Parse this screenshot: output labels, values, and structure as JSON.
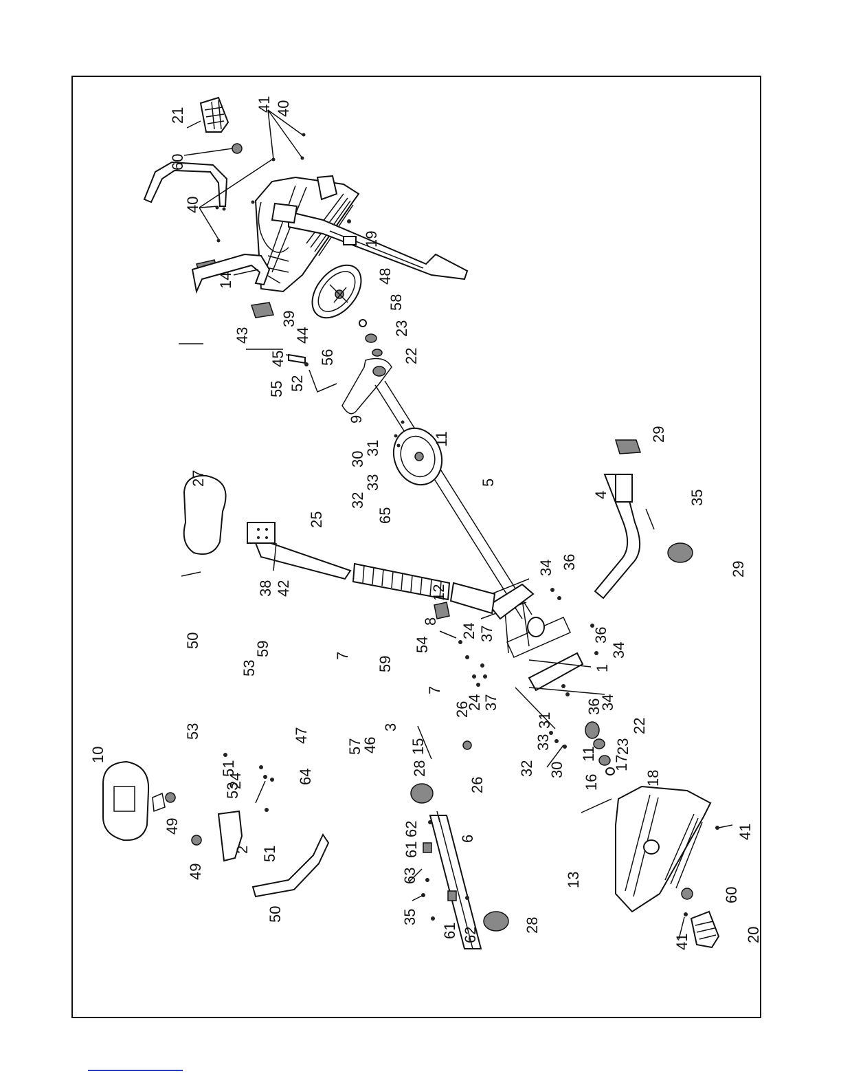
{
  "diagram": {
    "callouts": [
      {
        "id": "c21",
        "text": "21"
      },
      {
        "id": "c60a",
        "text": "60"
      },
      {
        "id": "c40a",
        "text": "40"
      },
      {
        "id": "c41a",
        "text": "41"
      },
      {
        "id": "c40b",
        "text": "40"
      },
      {
        "id": "c14",
        "text": "14"
      },
      {
        "id": "c19",
        "text": "19"
      },
      {
        "id": "c48",
        "text": "48"
      },
      {
        "id": "c58",
        "text": "58"
      },
      {
        "id": "c23a",
        "text": "23"
      },
      {
        "id": "c22a",
        "text": "22"
      },
      {
        "id": "c43",
        "text": "43"
      },
      {
        "id": "c39",
        "text": "39"
      },
      {
        "id": "c44",
        "text": "44"
      },
      {
        "id": "c45",
        "text": "45"
      },
      {
        "id": "c56",
        "text": "56"
      },
      {
        "id": "c55",
        "text": "55"
      },
      {
        "id": "c52",
        "text": "52"
      },
      {
        "id": "c9",
        "text": "9"
      },
      {
        "id": "c11a",
        "text": "11"
      },
      {
        "id": "c31a",
        "text": "31"
      },
      {
        "id": "c30a",
        "text": "30"
      },
      {
        "id": "c33a",
        "text": "33"
      },
      {
        "id": "c32a",
        "text": "32"
      },
      {
        "id": "c5",
        "text": "5"
      },
      {
        "id": "c27",
        "text": "27"
      },
      {
        "id": "c25",
        "text": "25"
      },
      {
        "id": "c65",
        "text": "65"
      },
      {
        "id": "c38",
        "text": "38"
      },
      {
        "id": "c42",
        "text": "42"
      },
      {
        "id": "c12",
        "text": "12"
      },
      {
        "id": "c29a",
        "text": "29"
      },
      {
        "id": "c4",
        "text": "4"
      },
      {
        "id": "c35a",
        "text": "35"
      },
      {
        "id": "c34a",
        "text": "34"
      },
      {
        "id": "c36a",
        "text": "36"
      },
      {
        "id": "c29b",
        "text": "29"
      },
      {
        "id": "c8",
        "text": "8"
      },
      {
        "id": "c24a",
        "text": "24"
      },
      {
        "id": "c37a",
        "text": "37"
      },
      {
        "id": "c36b",
        "text": "36"
      },
      {
        "id": "c34b",
        "text": "34"
      },
      {
        "id": "c1",
        "text": "1"
      },
      {
        "id": "c50a",
        "text": "50"
      },
      {
        "id": "c59a",
        "text": "59"
      },
      {
        "id": "c53a",
        "text": "53"
      },
      {
        "id": "c7a",
        "text": "7"
      },
      {
        "id": "c54",
        "text": "54"
      },
      {
        "id": "c59b",
        "text": "59"
      },
      {
        "id": "c7b",
        "text": "7"
      },
      {
        "id": "c26a",
        "text": "26"
      },
      {
        "id": "c24b",
        "text": "24"
      },
      {
        "id": "c37b",
        "text": "37"
      },
      {
        "id": "c34c",
        "text": "34"
      },
      {
        "id": "c36c",
        "text": "36"
      },
      {
        "id": "c22b",
        "text": "22"
      },
      {
        "id": "c23b",
        "text": "23"
      },
      {
        "id": "c17",
        "text": "17"
      },
      {
        "id": "c31b",
        "text": "31"
      },
      {
        "id": "c33b",
        "text": "33"
      },
      {
        "id": "c11b",
        "text": "11"
      },
      {
        "id": "c30b",
        "text": "30"
      },
      {
        "id": "c32b",
        "text": "32"
      },
      {
        "id": "c18",
        "text": "18"
      },
      {
        "id": "c16",
        "text": "16"
      },
      {
        "id": "c53b",
        "text": "53"
      },
      {
        "id": "c47",
        "text": "47"
      },
      {
        "id": "c3",
        "text": "3"
      },
      {
        "id": "c46",
        "text": "46"
      },
      {
        "id": "c57",
        "text": "57"
      },
      {
        "id": "c15",
        "text": "15"
      },
      {
        "id": "c26b",
        "text": "26"
      },
      {
        "id": "c10",
        "text": "10"
      },
      {
        "id": "c51a",
        "text": "51"
      },
      {
        "id": "c24c",
        "text": "24"
      },
      {
        "id": "c64",
        "text": "64"
      },
      {
        "id": "c53c",
        "text": "53"
      },
      {
        "id": "c49a",
        "text": "49"
      },
      {
        "id": "c28a",
        "text": "28"
      },
      {
        "id": "c62a",
        "text": "62"
      },
      {
        "id": "c61a",
        "text": "61"
      },
      {
        "id": "c6",
        "text": "6"
      },
      {
        "id": "c63",
        "text": "63"
      },
      {
        "id": "c2",
        "text": "2"
      },
      {
        "id": "c51b",
        "text": "51"
      },
      {
        "id": "c49b",
        "text": "49"
      },
      {
        "id": "c50b",
        "text": "50"
      },
      {
        "id": "c35b",
        "text": "35"
      },
      {
        "id": "c61b",
        "text": "61"
      },
      {
        "id": "c62b",
        "text": "62"
      },
      {
        "id": "c28b",
        "text": "28"
      },
      {
        "id": "c13",
        "text": "13"
      },
      {
        "id": "c41b",
        "text": "41"
      },
      {
        "id": "c60b",
        "text": "60"
      },
      {
        "id": "c41c",
        "text": "41"
      },
      {
        "id": "c20",
        "text": "20"
      }
    ]
  }
}
